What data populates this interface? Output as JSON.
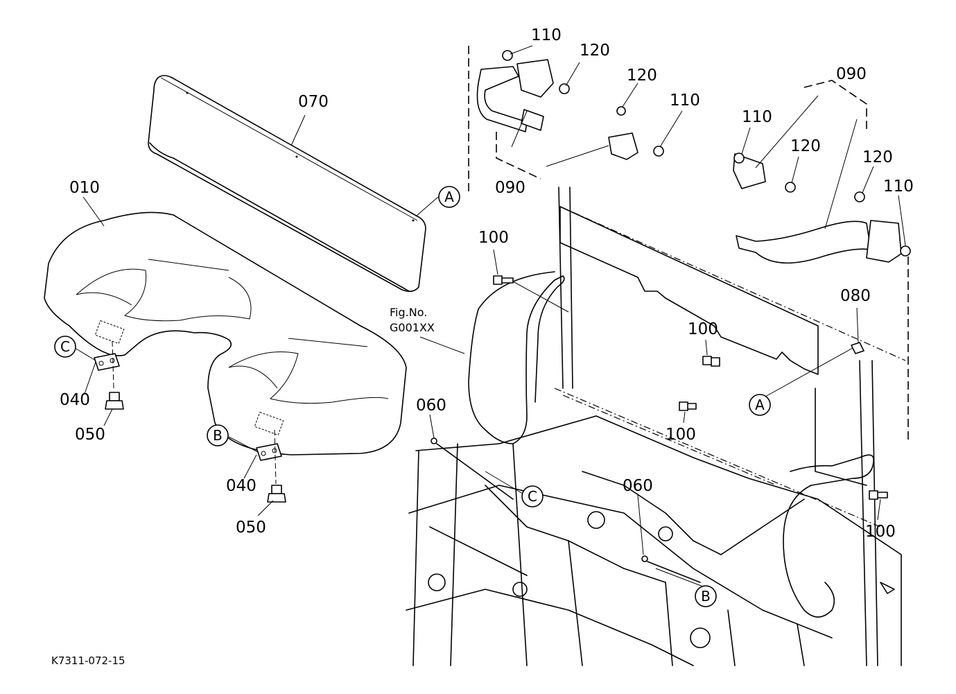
{
  "diagram": {
    "figure_code": "K7311-072-15",
    "fig_ref": {
      "line1": "Fig.No.",
      "line2": "G001XX"
    },
    "parts": {
      "p010": "010",
      "p040a": "040",
      "p040b": "040",
      "p050a": "050",
      "p050b": "050",
      "p060a": "060",
      "p060b": "060",
      "p070": "070",
      "p080": "080",
      "p090a": "090",
      "p090b": "090",
      "p100a": "100",
      "p100b": "100",
      "p100c": "100",
      "p100d": "100",
      "p110a": "110",
      "p110b": "110",
      "p110c": "110",
      "p110d": "110",
      "p120a": "120",
      "p120b": "120",
      "p120c": "120",
      "p120d": "120"
    },
    "refs": {
      "A1": "A",
      "A2": "A",
      "B1": "B",
      "B2": "B",
      "C1": "C",
      "C2": "C"
    }
  }
}
